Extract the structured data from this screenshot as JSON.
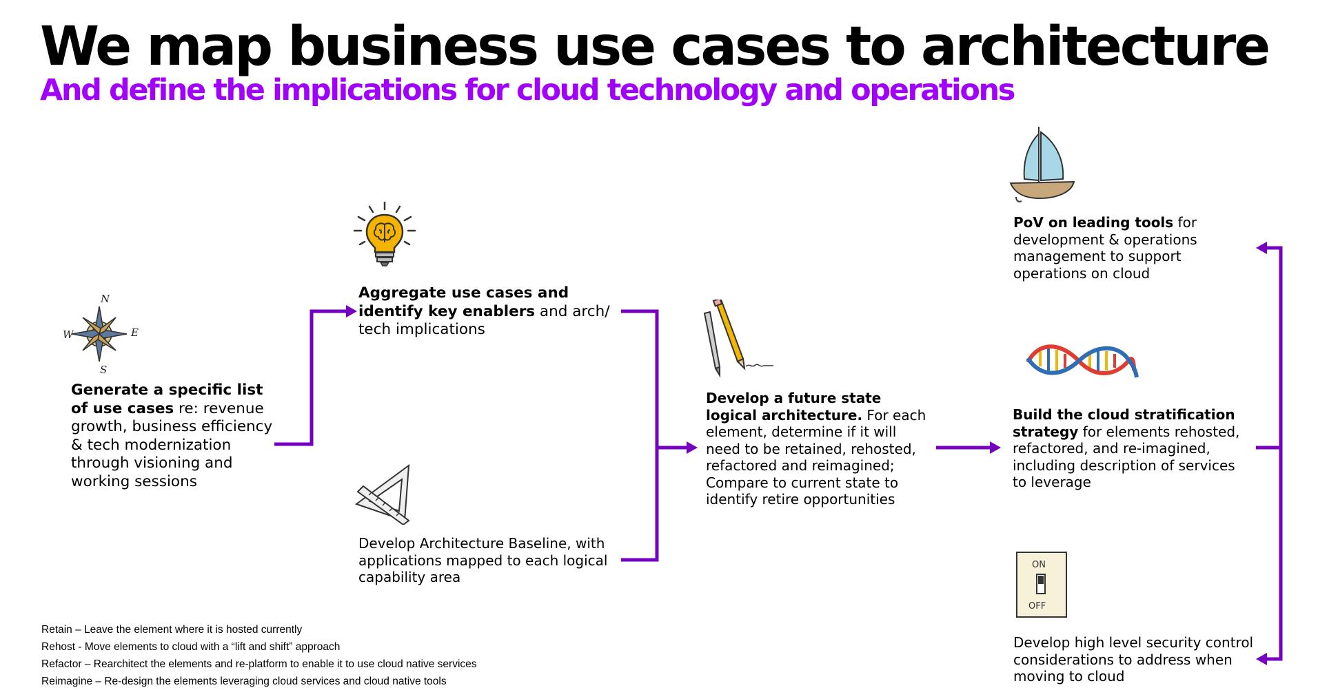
{
  "header": {
    "title": "We map business use cases to architecture",
    "subtitle": "And define the implications for cloud technology and operations"
  },
  "steps": {
    "generate": {
      "bold": "Generate a specific list of use cases",
      "rest": " re: revenue growth, business efficiency & tech modernization through visioning and working sessions"
    },
    "aggregate": {
      "bold": "Aggregate use cases and identify key enablers",
      "rest": " and arch/ tech implications"
    },
    "baseline": {
      "rest": "Develop Architecture Baseline, with applications mapped to each logical capability area"
    },
    "future": {
      "bold": "Develop a future state logical architecture.",
      "rest": " For each element, determine if it will need to be retained, rehosted, refactored and reimagined;  Compare to current state to identify retire opportunities"
    },
    "pov": {
      "bold": "PoV on leading tools",
      "rest": " for development & operations management to support operations on cloud"
    },
    "stratification": {
      "bold": "Build the cloud stratification strategy",
      "rest": " for elements rehosted, refactored, and re-imagined, including description of services to leverage"
    },
    "security": {
      "rest": "Develop high level security control considerations to address when moving to cloud"
    }
  },
  "icons": {
    "compass": {
      "name": "compass-icon",
      "letters": [
        "N",
        "S",
        "W",
        "E"
      ]
    },
    "lightbulb": {
      "name": "lightbulb-brain-icon"
    },
    "ruler": {
      "name": "set-square-ruler-icon"
    },
    "pencils": {
      "name": "pencil-pen-icon"
    },
    "sailboat": {
      "name": "sailboat-icon"
    },
    "dna": {
      "name": "dna-helix-icon"
    },
    "switch": {
      "name": "light-switch-icon",
      "on_label": "ON",
      "off_label": "OFF"
    }
  },
  "legend": [
    "Retain – Leave the element where it is hosted currently",
    "Rehost - Move elements to cloud with a “lift and shift” approach",
    "Refactor – Rearchitect the elements and re-platform to enable it to use cloud native services",
    "Reimagine – Re-design the elements leveraging cloud services and cloud native tools"
  ],
  "colors": {
    "accent": "#a100ff",
    "connector": "#7500c0",
    "bulb": "#f5b400",
    "sail": "#a8d8e8",
    "hull": "#c8a77a",
    "dna_red": "#e03c31",
    "dna_blue": "#2f6db5",
    "dna_yellow": "#f2b705"
  }
}
